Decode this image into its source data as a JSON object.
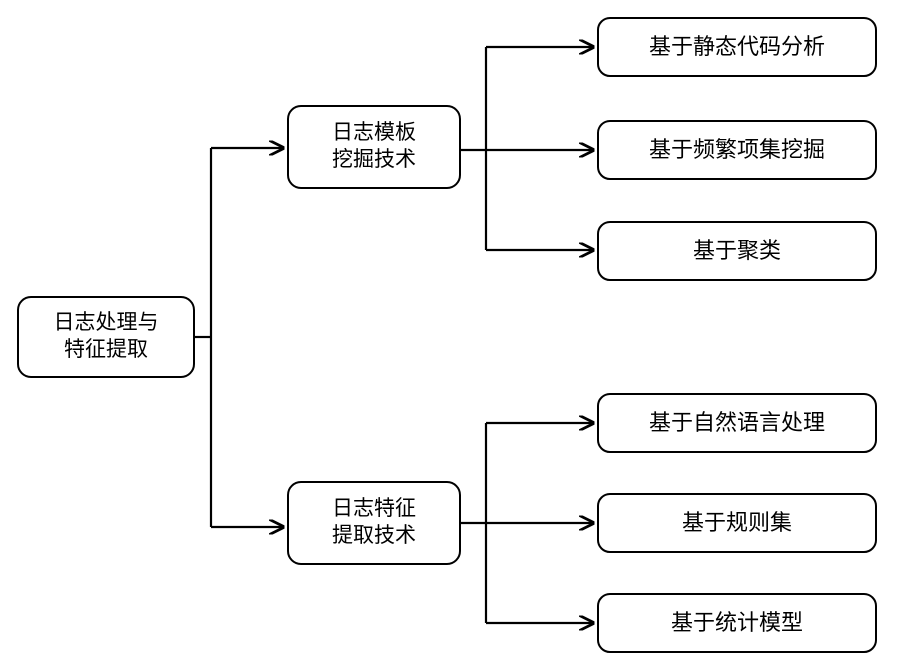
{
  "diagram": {
    "type": "tree-hierarchy",
    "orientation": "left-to-right",
    "line_color": "#000000",
    "node_fill": "#ffffff",
    "node_border": "#000000",
    "root": {
      "label": "日志处理与\n特征提取"
    },
    "branches": [
      {
        "label": "日志模板\n挖掘技术",
        "children": [
          {
            "label": "基于静态代码分析"
          },
          {
            "label": "基于频繁项集挖掘"
          },
          {
            "label": "基于聚类"
          }
        ]
      },
      {
        "label": "日志特征\n提取技术",
        "children": [
          {
            "label": "基于自然语言处理"
          },
          {
            "label": "基于规则集"
          },
          {
            "label": "基于统计模型"
          }
        ]
      }
    ]
  }
}
